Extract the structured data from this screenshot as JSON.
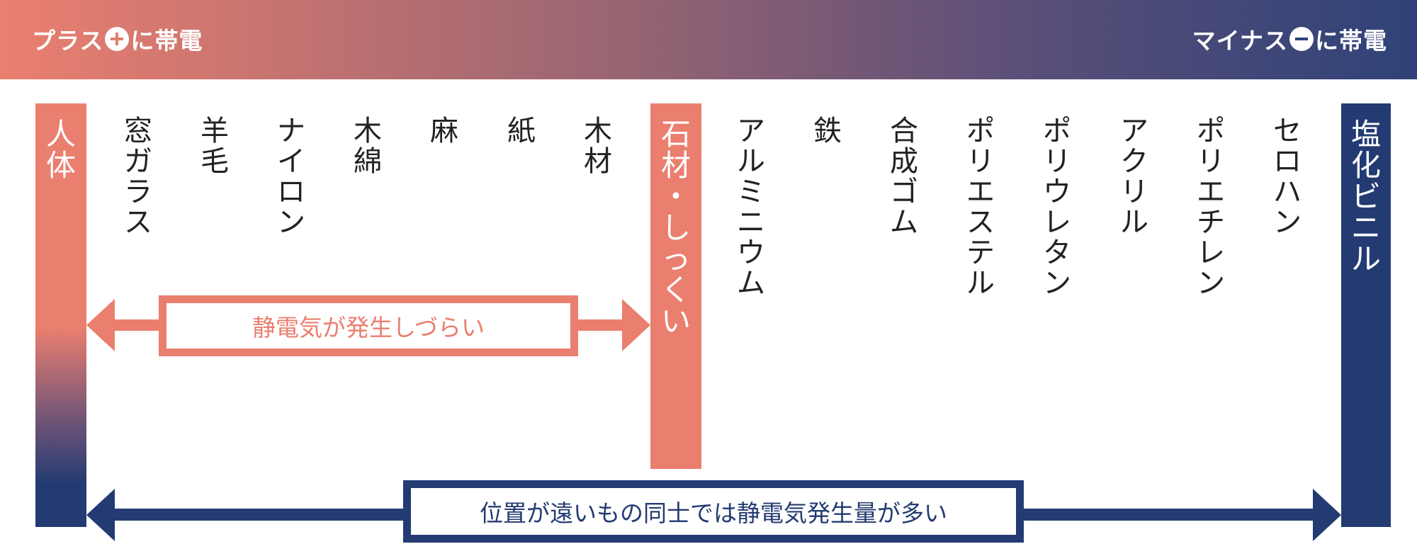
{
  "header": {
    "positive_label": "プラス",
    "positive_suffix": "に帯電",
    "negative_label": "マイナス",
    "negative_suffix": "に帯電",
    "positive_icon": "plus-icon",
    "negative_icon": "minus-icon"
  },
  "endpoints": {
    "positive": "人体",
    "middle": "石材・しっくい",
    "negative": "塩化ビニル"
  },
  "materials_positive_side": [
    "窓ガラス",
    "羊毛",
    "ナイロン",
    "木綿",
    "麻",
    "紙",
    "木材"
  ],
  "materials_negative_side": [
    "アルミニウム",
    "鉄",
    "合成ゴム",
    "ポリエステル",
    "ポリウレタン",
    "アクリル",
    "ポリエチレン",
    "セロハン"
  ],
  "arrows": {
    "low_static": "静電気が発生しづらい",
    "high_static": "位置が遠いもの同士では静電気発生量が多い"
  },
  "colors": {
    "salmon": "#ea7f6f",
    "navy": "#233b72",
    "header_left": "#ea7f6f",
    "header_right": "#2f4278",
    "material_text": "#222222"
  }
}
